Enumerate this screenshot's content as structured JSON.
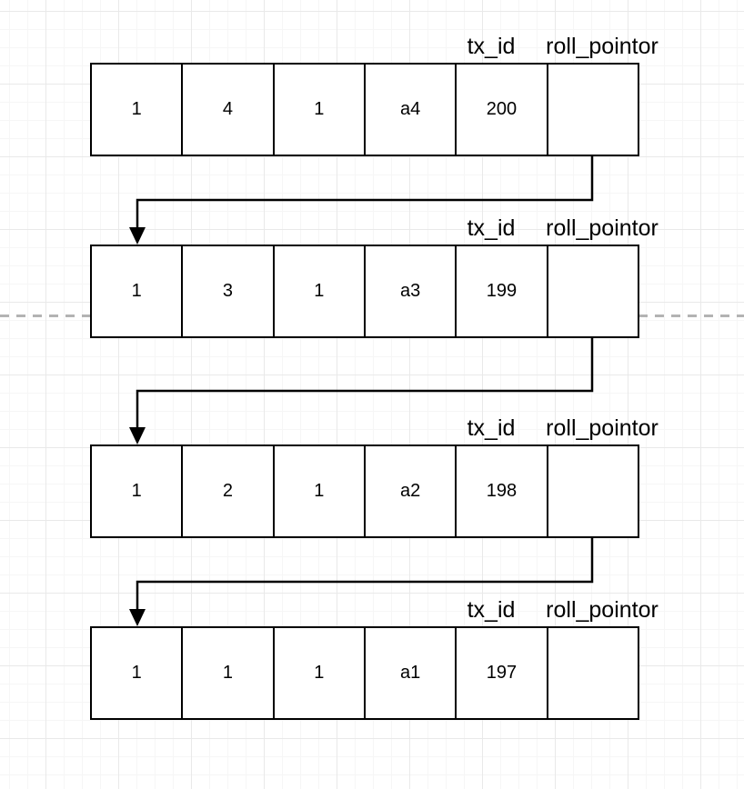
{
  "diagram": {
    "column_labels": {
      "tx_id": "tx_id",
      "roll_pointer": "roll_pointor"
    },
    "rows": [
      {
        "cells": [
          "1",
          "4",
          "1",
          "a4",
          "200",
          ""
        ]
      },
      {
        "cells": [
          "1",
          "3",
          "1",
          "a3",
          "199",
          ""
        ]
      },
      {
        "cells": [
          "1",
          "2",
          "1",
          "a2",
          "198",
          ""
        ]
      },
      {
        "cells": [
          "1",
          "1",
          "1",
          "a1",
          "197",
          ""
        ]
      }
    ],
    "colors": {
      "stroke": "#000000",
      "dashed_line": "#b3b3b3",
      "background": "#ffffff",
      "grid_minor": "#f6f6f6",
      "grid_major": "#e9e9e9"
    }
  }
}
